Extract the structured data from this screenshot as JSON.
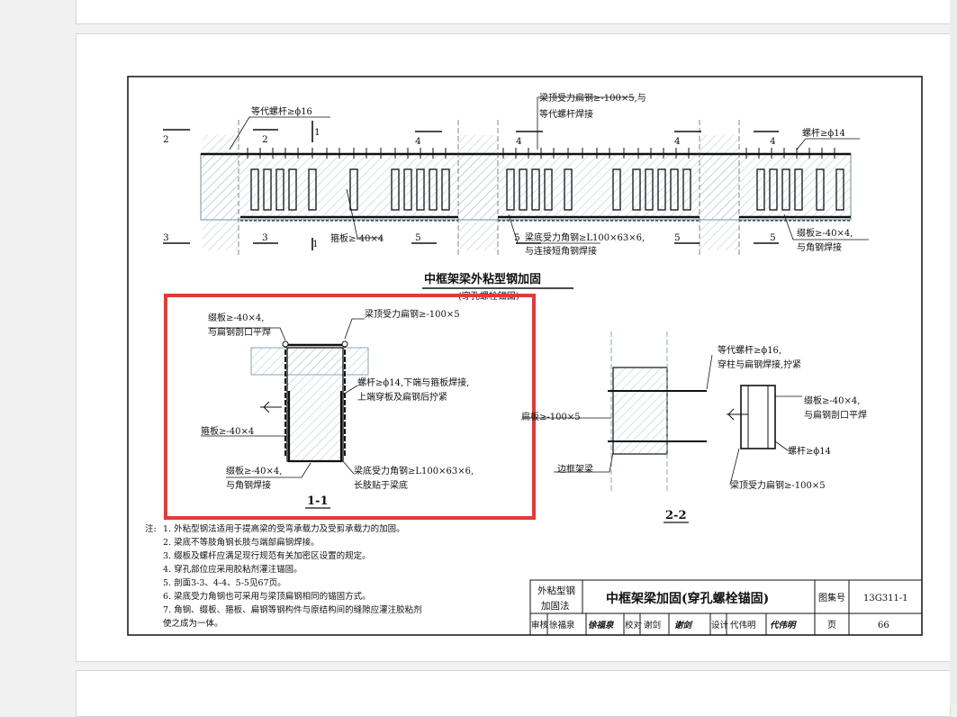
{
  "drawing": {
    "elevation": {
      "top_labels": [
        "梁顶受力扁钢≥-100×5,与",
        "等代螺杆焊接"
      ],
      "equiv_bolt": "等代螺杆≥ϕ16",
      "bolt_right": "螺杆≥ϕ14",
      "hoop_plate": "箍板≥-40×4",
      "bottom_angle": [
        "梁底受力角钢≥L100×63×6,",
        "与连接短角钢焊接"
      ],
      "batten_right": [
        "缀板≥-40×4,",
        "与角钢焊接"
      ],
      "sec2": "2",
      "sec3": "3",
      "sec4": "4",
      "sec5": "5",
      "sec1": "1",
      "title": "中框架梁外粘型钢加固",
      "subtitle": "(穿孔螺栓锚固)"
    },
    "section11": {
      "batten_top": [
        "缀板≥-40×4,",
        "与扁钢剖口平焊"
      ],
      "top_flat": "梁顶受力扁钢≥-100×5",
      "bolt": [
        "螺杆≥ϕ14,下端与箍板焊接,",
        "上端穿板及扁钢后拧紧"
      ],
      "hoop": "箍板≥-40×4",
      "batten_bot": [
        "缀板≥-40×4,",
        "与角钢焊接"
      ],
      "angle": [
        "梁底受力角钢≥L100×63×6,",
        "长肢贴于梁底"
      ],
      "label": "1-1"
    },
    "section22": {
      "equiv_bolt": [
        "等代螺杆≥ϕ16,",
        "穿柱与扁钢焊接,拧紧"
      ],
      "batten": [
        "缀板≥-40×4,",
        "与扁钢剖口平焊"
      ],
      "flat_side": "扁板≥-100×5",
      "bolt": "螺杆≥ϕ14",
      "edge_beam": "边框架梁",
      "top_flat": "梁顶受力扁钢≥-100×5",
      "label": "2-2"
    },
    "notes_label": "注:",
    "notes": [
      "1. 外粘型钢法适用于提高梁的受弯承载力及受剪承载力的加固。",
      "2. 梁底不等肢角钢长肢与端部扁钢焊接。",
      "3. 缀板及螺杆应满足现行规范有关加密区设置的规定。",
      "4. 穿孔部位应采用胶粘剂灌注锚固。",
      "5. 剖面3-3、4-4、5-5见67页。",
      "6. 梁底受力角钢也可采用与梁顶扁钢相同的锚固方式。",
      "7. 角钢、缀板、箍板、扁钢等钢构件与原结构间的缝隙应灌注胶粘剂",
      "   使之成为一体。"
    ],
    "titleblock": {
      "method": [
        "外粘型钢",
        "加固法"
      ],
      "title": "中框架梁加固(穿孔螺栓锚固)",
      "atlas_label": "图集号",
      "atlas_no": "13G311-1",
      "page_label": "页",
      "page_no": "66",
      "review_label": "审核",
      "reviewer": "徐福泉",
      "reviewer_sig": "徐福泉",
      "check_label": "校对",
      "checker": "谢剑",
      "checker_sig": "谢剑",
      "design_label": "设计",
      "designer": "代伟明",
      "designer_sig": "代伟明"
    }
  },
  "highlight": {
    "color": "#e53935"
  }
}
